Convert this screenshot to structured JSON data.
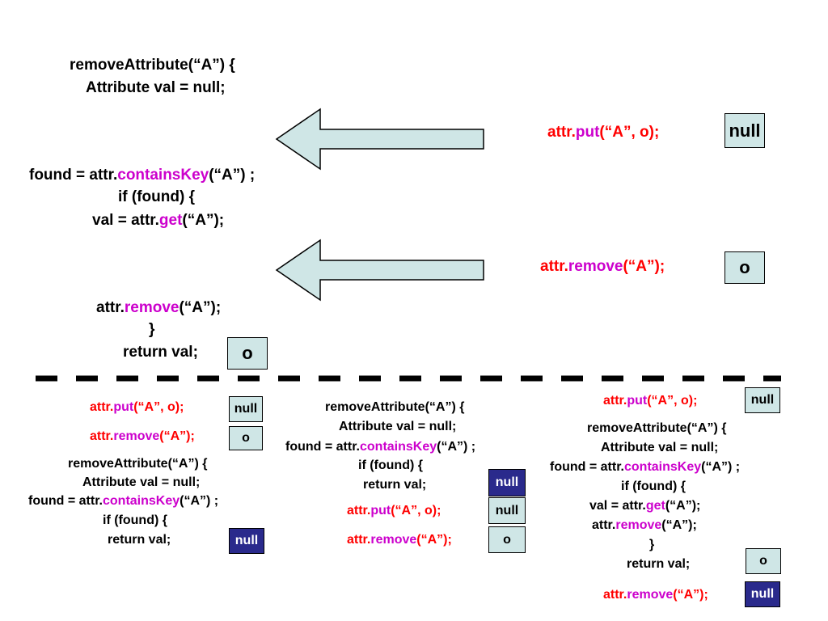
{
  "colors": {
    "text": "#000000",
    "call": "#ff0000",
    "method": "#cc00cc",
    "arrow_fill": "#cfe6e6",
    "box_light": "#cfe6e6",
    "box_dark": "#2a2a8c"
  },
  "top": {
    "code": {
      "l1": "removeAttribute(“A”)  {",
      "l2": "Attribute val = null;",
      "l3a": "found = attr.",
      "l3b": "containsKey",
      "l3c": "(“A”) ;",
      "l4": "if (found) {",
      "l5a": "val = attr.",
      "l5b": "get",
      "l5c": "(“A”);",
      "l6a": "attr.",
      "l6b": "remove",
      "l6c": "(“A”);",
      "l7": "}",
      "l8": "return val;"
    },
    "return_box": "o",
    "event1": {
      "a": "attr.",
      "b": "put",
      "c": "(“A”, o);",
      "box": "null"
    },
    "event2": {
      "a": "attr.",
      "b": "remove",
      "c": "(“A”);",
      "box": "o"
    }
  },
  "left": {
    "put": {
      "a": "attr.",
      "b": "put",
      "c": "(“A”, o);",
      "box": "null"
    },
    "remove": {
      "a": "attr.",
      "b": "remove",
      "c": "(“A”);",
      "box": "o"
    },
    "code": {
      "l1": "removeAttribute(“A”)  {",
      "l2": "Attribute val = null;",
      "l3a": "found = attr.",
      "l3b": "containsKey",
      "l3c": "(“A”) ;",
      "l4": "if (found) {",
      "l5": "return val;"
    },
    "return_box": "null"
  },
  "middle": {
    "code": {
      "l1": "removeAttribute(“A”)  {",
      "l2": "Attribute val = null;",
      "l3a": "found = attr.",
      "l3b": "containsKey",
      "l3c": "(“A”) ;",
      "l4": "if (found) {",
      "l5": "return val;"
    },
    "return_box": "null",
    "put": {
      "a": "attr.",
      "b": "put",
      "c": "(“A”, o);",
      "box": "null"
    },
    "remove": {
      "a": "attr.",
      "b": "remove",
      "c": "(“A”);",
      "box": "o"
    }
  },
  "right": {
    "put": {
      "a": "attr.",
      "b": "put",
      "c": "(“A”, o);",
      "box": "null"
    },
    "code": {
      "l1": "removeAttribute(“A”)  {",
      "l2": "Attribute val = null;",
      "l3a": "found = attr.",
      "l3b": "containsKey",
      "l3c": "(“A”) ;",
      "l4": "if (found) {",
      "l5a": "val = attr.",
      "l5b": "get",
      "l5c": "(“A”);",
      "l6a": "attr.",
      "l6b": "remove",
      "l6c": "(“A”);",
      "l7": "}",
      "l8": "return val;"
    },
    "return_box": "o",
    "remove": {
      "a": "attr.",
      "b": "remove",
      "c": "(“A”);",
      "box": "null"
    }
  }
}
